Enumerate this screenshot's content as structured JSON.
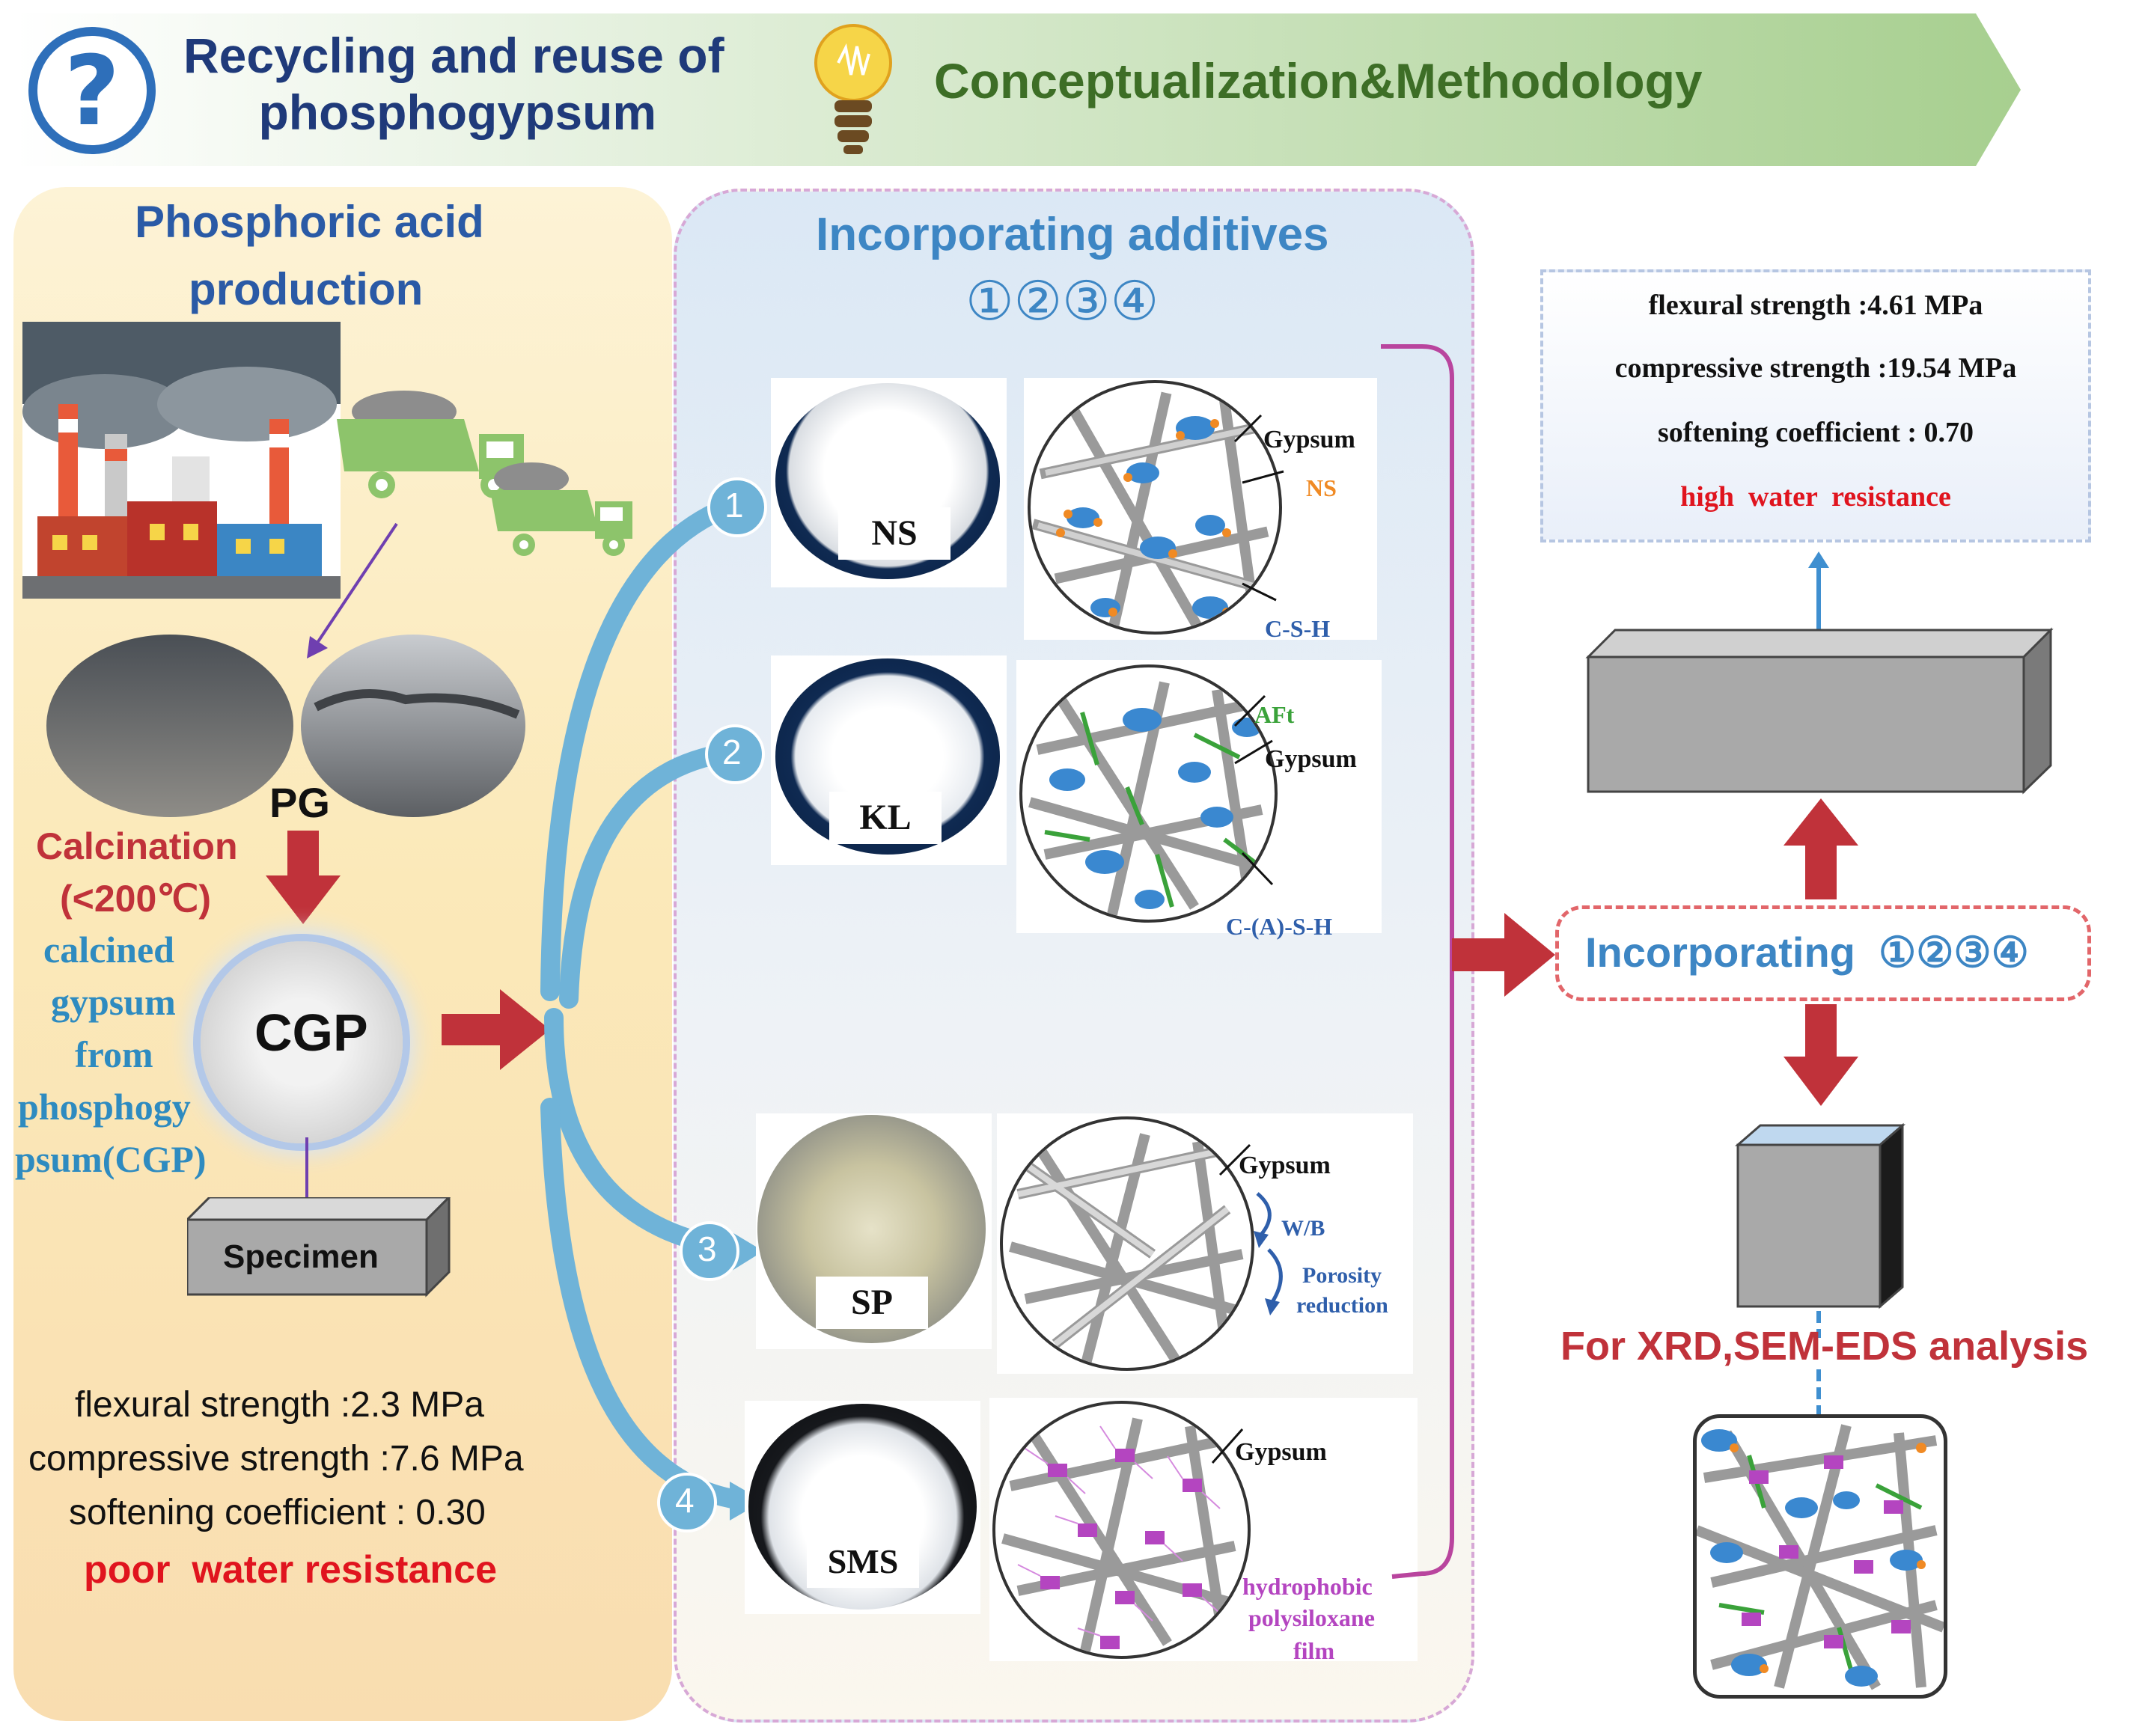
{
  "banner": {
    "question_icon": "question-mark-icon",
    "lightbulb_icon": "lightbulb-icon",
    "title_line1": "Recycling and reuse of",
    "title_line2": "phosphogypsum",
    "subtitle": "Conceptualization&Methodology"
  },
  "left": {
    "heading_line1": "Phosphoric acid",
    "heading_line2": "production",
    "pg_label": "PG",
    "calcination_line1": "Calcination",
    "calcination_line2": "(<200℃)",
    "cgp_label": "CGP",
    "cgp_desc_lines": [
      "calcined",
      "gypsum",
      "from",
      "phosphogy",
      "psum(CGP)"
    ],
    "specimen_label": "Specimen",
    "props": {
      "flexural": "flexural strength :2.3 MPa",
      "compressive": "compressive strength :7.6 MPa",
      "softening": "softening coefficient : 0.30",
      "conclusion": "poor  water resistance"
    }
  },
  "middle": {
    "heading_line1": "Incorporating additives",
    "heading_line2": "①②③④",
    "branches": [
      {
        "number": "1",
        "label": "NS",
        "annotations": [
          "Gypsum",
          "NS",
          "C-S-H"
        ]
      },
      {
        "number": "2",
        "label": "KL",
        "annotations": [
          "AFt",
          "Gypsum",
          "C-(A)-S-H"
        ]
      },
      {
        "number": "3",
        "label": "SP",
        "annotations": [
          "Gypsum",
          "W/B",
          "Porosity",
          "reduction"
        ]
      },
      {
        "number": "4",
        "label": "SMS",
        "annotations": [
          "Gypsum",
          "hydrophobic",
          "polysiloxane",
          "film"
        ]
      }
    ]
  },
  "right": {
    "results": {
      "flexural": "flexural strength :4.61 MPa",
      "compressive": "compressive strength :19.54 MPa",
      "softening": "softening coefficient : 0.70",
      "conclusion": "high  water  resistance"
    },
    "incorporating": "Incorporating  ①②③④",
    "analysis": "For XRD,SEM-EDS analysis"
  },
  "colors": {
    "title_blue": "#1f3a7a",
    "heading_blue": "#2a5aa6",
    "method_green": "#3d6e26",
    "arrow_red": "#c0323a",
    "flow_blue": "#6fb3d8",
    "accent_red": "#e0141e",
    "bracket_purple": "#b9459e"
  }
}
